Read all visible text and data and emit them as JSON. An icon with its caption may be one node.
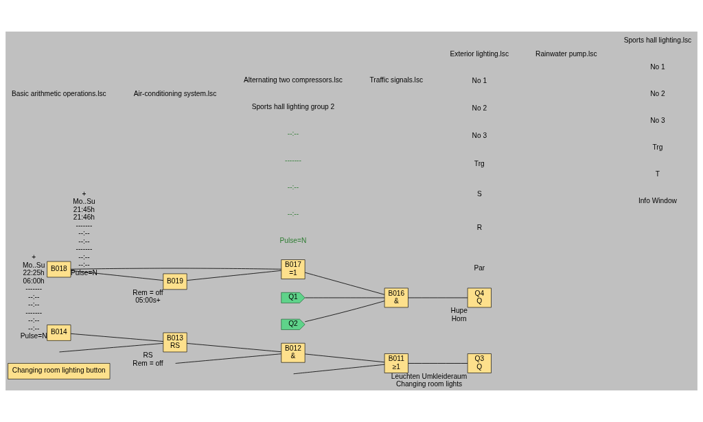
{
  "diagram": {
    "nodes": [
      {
        "text": [
          "Changing room lighting button"
        ]
      },
      {
        "text": [
          "B014"
        ],
        "beside": [
          "+",
          "Mo..Su",
          "22:25h",
          "06:00h",
          "-------",
          "--:--",
          "--:--",
          "-------",
          "--:--",
          "--:--",
          "Pulse=N"
        ]
      },
      {
        "text": [
          "B013",
          "RS"
        ],
        "beside": [
          "RS",
          "Rem = off"
        ]
      },
      {
        "text": [
          "B012",
          "&"
        ]
      },
      {
        "text": [
          "B011",
          "≥1"
        ]
      },
      {
        "text": [
          "Q3",
          "Q"
        ],
        "beside": [
          "Leuchten Umkleideraum",
          "Changing room lights"
        ]
      },
      {
        "text": [
          "B018"
        ],
        "beside": [
          "+",
          "Mo..Su",
          "21:45h",
          "21:46h",
          "-------",
          "--:--",
          "--:--",
          "-------",
          "--:--",
          "--:--",
          "Pulse=N"
        ]
      },
      {
        "text": [
          "B017",
          "=1"
        ]
      },
      {
        "text": [
          "B019"
        ],
        "beside": [
          "Rem = off",
          "05:00s+"
        ]
      },
      {
        "text": [
          "Q1"
        ]
      },
      {
        "text": [
          "Q2"
        ]
      },
      {
        "text": [
          "B016",
          "&"
        ]
      },
      {
        "text": [
          "Q4",
          "Q"
        ],
        "beside": [
          "Hupe",
          "Horn"
        ]
      }
    ],
    "edges": [
      {
        "from": null,
        "to": 2,
        "arrow": "none"
      },
      {
        "from": 1,
        "to": 2,
        "arrow": "none"
      },
      {
        "from": 2,
        "to": 3,
        "arrow": "none"
      },
      {
        "from": null,
        "to": 3,
        "arrow": "none"
      },
      {
        "from": null,
        "to": 4,
        "arrow": "none"
      },
      {
        "from": 3,
        "to": 4,
        "arrow": "none"
      },
      {
        "from": 4,
        "to": 5,
        "arrow": "none"
      },
      {
        "from": 6,
        "to": 7,
        "arrow": "none"
      },
      {
        "from": 6,
        "to": 8,
        "arrow": "none"
      },
      {
        "from": 8,
        "to": 7,
        "arrow": "none"
      },
      {
        "from": 7,
        "to": 11,
        "arrow": "none"
      },
      {
        "from": 9,
        "to": 11,
        "arrow": "none"
      },
      {
        "from": 10,
        "to": 11,
        "arrow": "none"
      },
      {
        "from": 11,
        "to": 12,
        "arrow": "none"
      }
    ],
    "labels": [
      "Basic arithmetic operations.lsc",
      "Air-conditioning system.lsc",
      "Alternating two compressors.lsc",
      "Traffic signals.lsc",
      "Exterior lighting.lsc",
      "Rainwater pump.lsc",
      "Sports hall lighting.lsc",
      "Sports hall lighting group 2",
      "--:--",
      "-------",
      "--:--",
      "--:--",
      "Pulse=N",
      "No 1",
      "No 2",
      "No 3",
      "Trg",
      "S",
      "R",
      "Par",
      "No 1",
      "No 2",
      "No 3",
      "Trg",
      "T",
      "Info Window"
    ]
  }
}
